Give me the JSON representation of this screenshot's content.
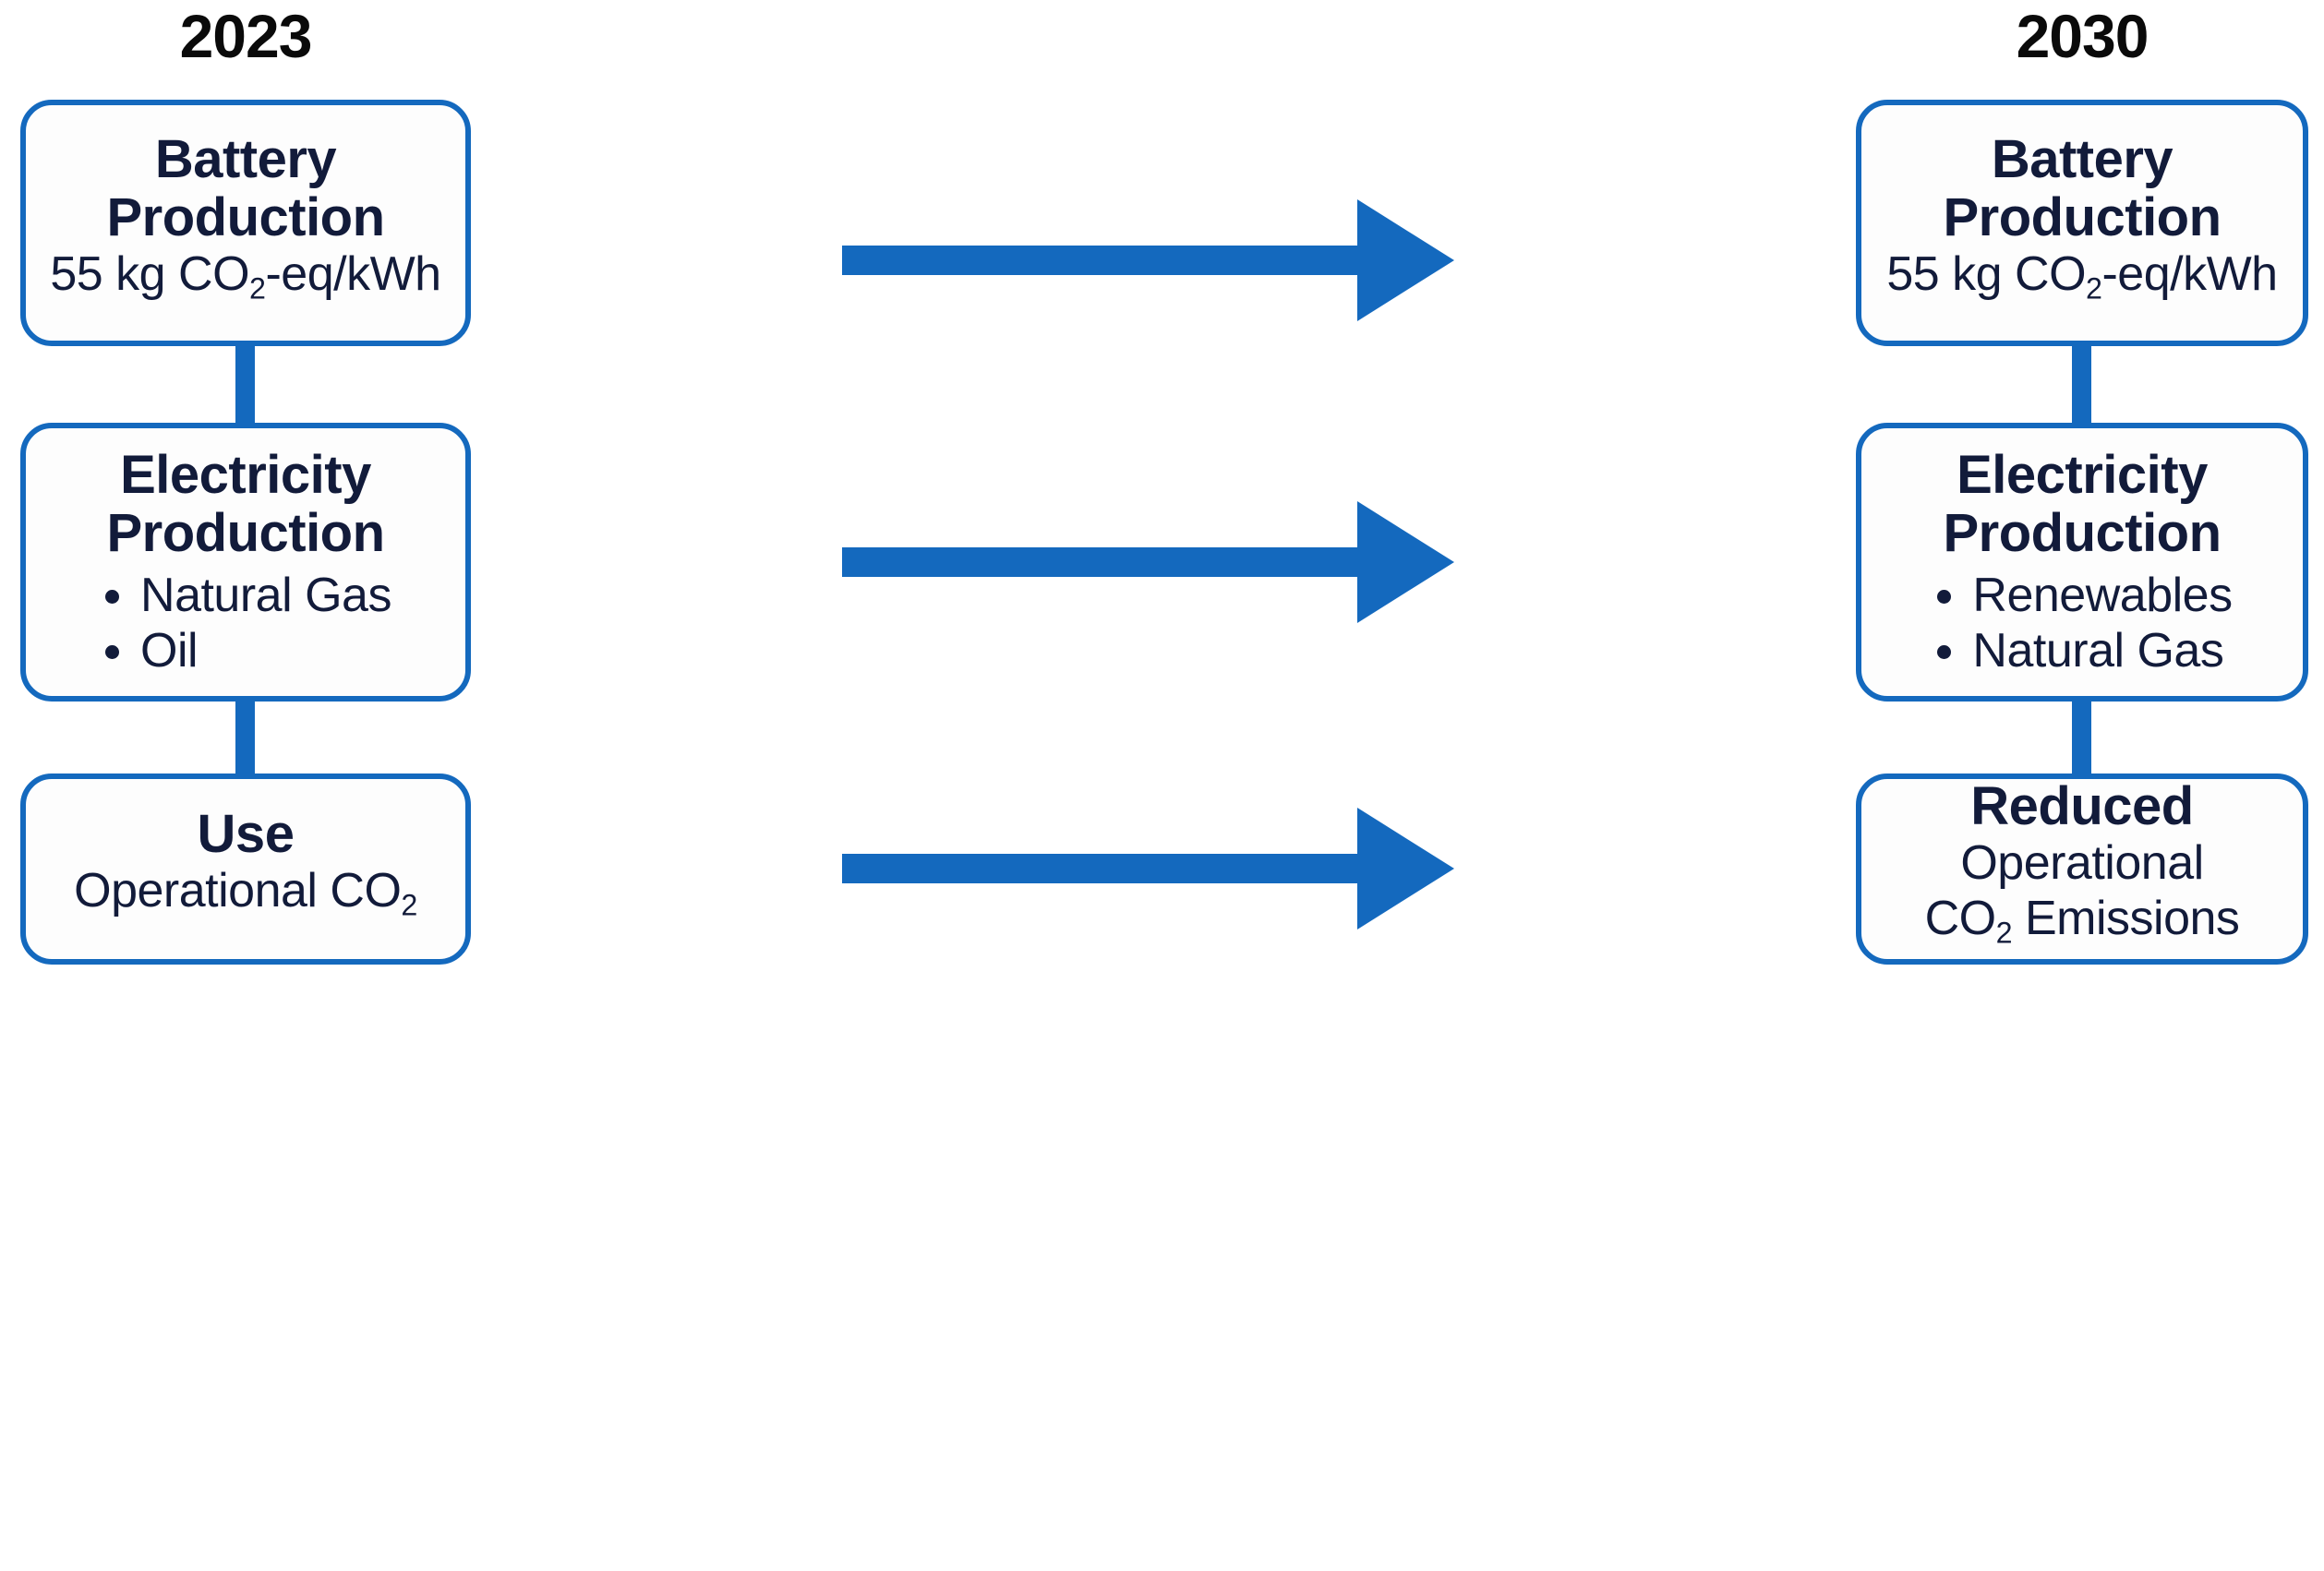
{
  "figure": {
    "type": "flow-diagram",
    "accent_color": "#1469be",
    "text_color": "#121b3a",
    "header_color": "#0a0a0a",
    "background": "#ffffff"
  },
  "columns": [
    {
      "id": "col-2023",
      "year": "2023",
      "nodes": [
        {
          "id": "battery-2023",
          "title": "Battery",
          "title2": "Production",
          "sub_prefix": "55 kg CO",
          "sub_sub": "2",
          "sub_suffix": "-eq/kWh",
          "items": []
        },
        {
          "id": "electricity-2023",
          "title": "Electricity",
          "title2": "Production",
          "items": [
            "Natural Gas",
            "Oil"
          ]
        },
        {
          "id": "use-2023",
          "title": "Use",
          "sub_prefix": "Operational CO",
          "sub_sub": "2",
          "sub_suffix": "",
          "items": []
        }
      ]
    },
    {
      "id": "col-2030",
      "year": "2030",
      "nodes": [
        {
          "id": "battery-2030",
          "title": "Battery",
          "title2": "Production",
          "sub_prefix": "55 kg CO",
          "sub_sub": "2",
          "sub_suffix": "-eq/kWh",
          "items": []
        },
        {
          "id": "electricity-2030",
          "title": "Electricity",
          "title2": "Production",
          "items": [
            "Renewables",
            "Natural Gas"
          ]
        },
        {
          "id": "use-2030",
          "title": "Reduced",
          "sub_line1": "Operational",
          "sub_prefix": "CO",
          "sub_sub": "2",
          "sub_suffix": " Emissions",
          "items": []
        }
      ]
    }
  ],
  "arrows": [
    {
      "id": "arrow-battery",
      "from": "battery-2023",
      "to": "battery-2030",
      "label": ""
    },
    {
      "id": "arrow-electricity",
      "from": "electricity-2023",
      "to": "electricity-2030",
      "label": ""
    },
    {
      "id": "arrow-use",
      "from": "use-2023",
      "to": "use-2030",
      "label": ""
    }
  ],
  "connectors": [
    {
      "id": "conn-left-1",
      "from": "battery-2023",
      "to": "electricity-2023"
    },
    {
      "id": "conn-left-2",
      "from": "electricity-2023",
      "to": "use-2023"
    },
    {
      "id": "conn-right-1",
      "from": "battery-2030",
      "to": "electricity-2030"
    },
    {
      "id": "conn-right-2",
      "from": "electricity-2030",
      "to": "use-2030"
    }
  ]
}
